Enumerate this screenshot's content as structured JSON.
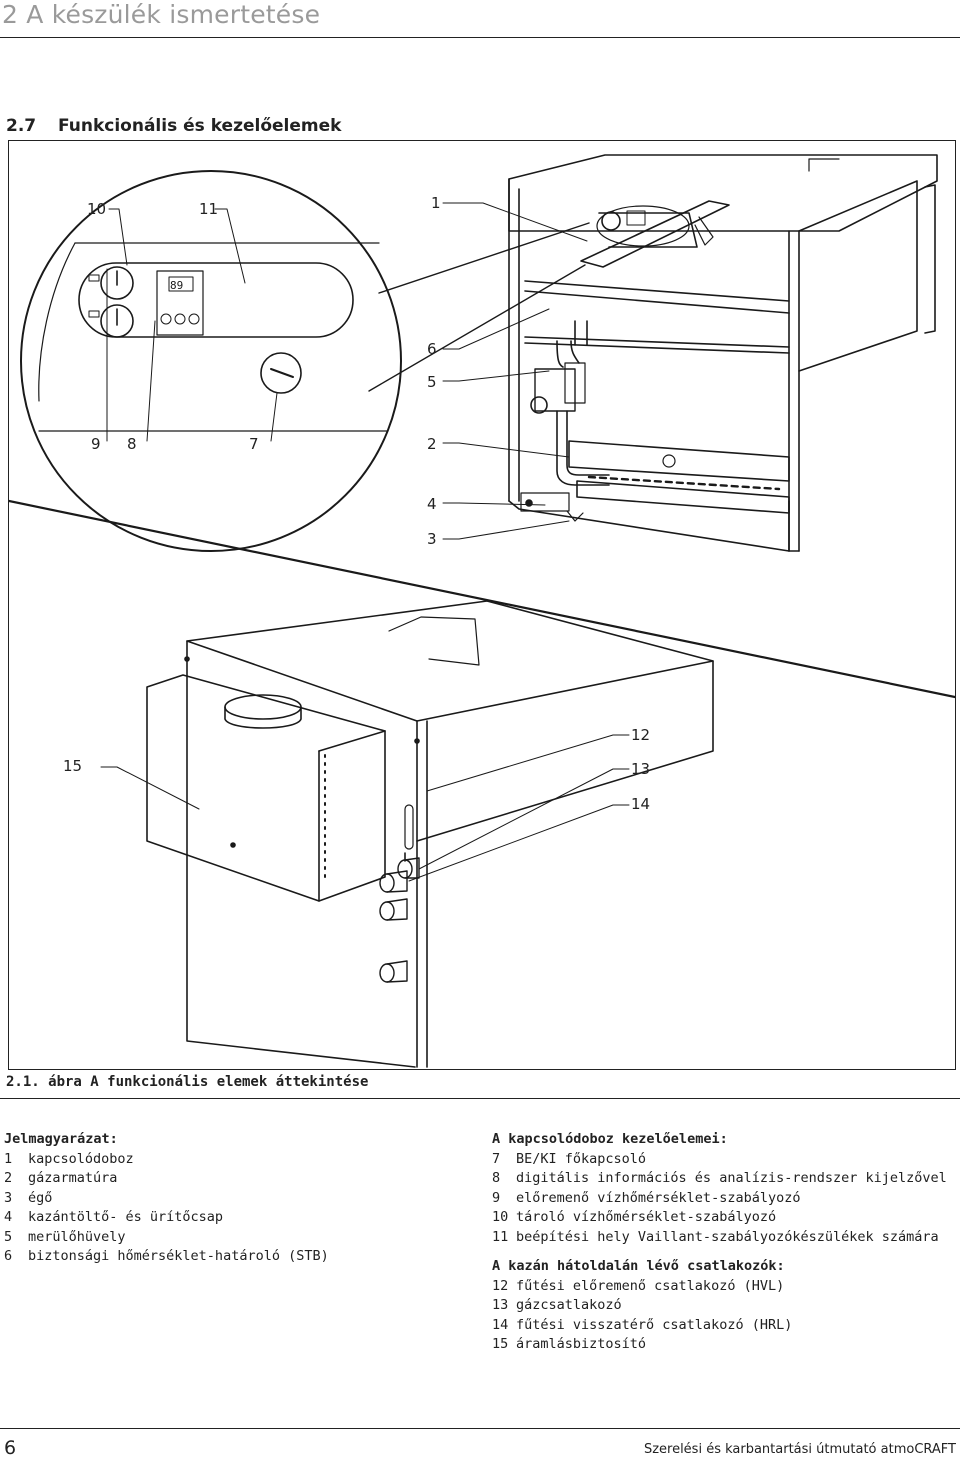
{
  "header": {
    "chapter_title": "2 A készülék ismertetése",
    "section_number": "2.7",
    "section_title": "Funkcionális és kezelőelemek"
  },
  "figure": {
    "callouts": [
      "1",
      "2",
      "3",
      "4",
      "5",
      "6",
      "7",
      "8",
      "9",
      "10",
      "11",
      "12",
      "13",
      "14",
      "15"
    ],
    "panel_display": "89",
    "caption": "2.1. ábra A funkcionális elemek áttekintése"
  },
  "legend_left": {
    "heading": "Jelmagyarázat:",
    "items": [
      {
        "num": "1",
        "text": "kapcsolódoboz"
      },
      {
        "num": "2",
        "text": "gázarmatúra"
      },
      {
        "num": "3",
        "text": "égő"
      },
      {
        "num": "4",
        "text": "kazántöltő- és ürítőcsap"
      },
      {
        "num": "5",
        "text": "merülőhüvely"
      },
      {
        "num": "6",
        "text": "biztonsági hőmérséklet-határoló (STB)"
      }
    ]
  },
  "legend_right": {
    "heading": "A kapcsolódoboz kezelőelemei:",
    "items": [
      {
        "num": "7",
        "text": "BE/KI főkapcsoló"
      },
      {
        "num": "8",
        "text": "digitális információs és analízis-rendszer kijelzővel"
      },
      {
        "num": "9",
        "text": "előremenő vízhőmérséklet-szabályozó"
      },
      {
        "num": "10",
        "text": "tároló vízhőmérséklet-szabályozó"
      },
      {
        "num": "11",
        "text": "beépítési hely Vaillant-szabályozókészülékek számára"
      }
    ],
    "heading2": "A kazán hátoldalán lévő csatlakozók:",
    "items2": [
      {
        "num": "12",
        "text": "fűtési előremenő csatlakozó (HVL)"
      },
      {
        "num": "13",
        "text": "gázcsatlakozó"
      },
      {
        "num": "14",
        "text": "fűtési visszatérő csatlakozó (HRL)"
      },
      {
        "num": "15",
        "text": "áramlásbiztosító"
      }
    ]
  },
  "footer": {
    "page_number": "6",
    "text": "Szerelési és karbantartási útmutató atmoCRAFT"
  }
}
